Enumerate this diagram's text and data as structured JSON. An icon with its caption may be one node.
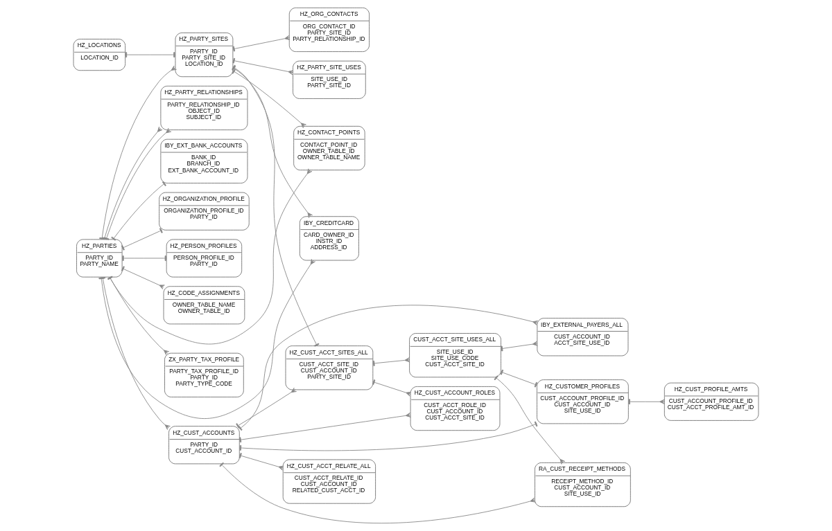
{
  "diagram": {
    "nodes": [
      {
        "text": [
          "HZ_ORGANIZATION_PROFILE",
          "ORGANIZATION_PROFILE_ID",
          "PARTY_ID"
        ]
      },
      {
        "text": [
          "HZ_PERSON_PROFILES",
          "PERSON_PROFILE_ID",
          "PARTY_ID"
        ]
      },
      {
        "text": [
          "HZ_CODE_ASSIGNMENTS",
          "OWNER_TABLE_NAME",
          "OWNER_TABLE_ID"
        ]
      },
      {
        "text": [
          "HZ_CUST_ACCOUNTS",
          "PARTY_ID",
          "CUST_ACCOUNT_ID"
        ]
      },
      {
        "text": [
          "HZ_PARTIES",
          "PARTY_ID",
          "PARTY_NAME"
        ]
      },
      {
        "text": [
          "HZ_PARTY_RELATIONSHIPS",
          "PARTY_RELATIONSHIP_ID",
          "OBJECT_ID",
          "SUBJECT_ID"
        ]
      },
      {
        "text": [
          "HZ_CUST_ACCOUNT_ROLES",
          "CUST_ACCT_ROLE_ID",
          "CUST_ACCOUNT_ID",
          "CUST_ACCT_SITE_ID"
        ]
      },
      {
        "text": [
          "HZ_CUST_ACCT_SITES_ALL",
          "CUST_ACCT_SITE_ID",
          "CUST_ACCOUNT_ID",
          "PARTY_SITE_ID"
        ]
      },
      {
        "text": [
          "HZ_PARTY_SITES",
          "PARTY_ID",
          "PARTY_SITE_ID",
          "LOCATION_ID"
        ]
      },
      {
        "text": [
          "HZ_ORG_CONTACTS",
          "ORG_CONTACT_ID",
          "PARTY_SITE_ID",
          "PARTY_RELATIONSHIP_ID"
        ]
      },
      {
        "text": [
          "HZ_LOCATIONS",
          "LOCATION_ID"
        ]
      },
      {
        "text": [
          "IBY_EXT_BANK_ACCOUNTS",
          "BANK_ID",
          "BRANCH_ID",
          "EXT_BANK_ACCOUNT_ID"
        ]
      },
      {
        "text": [
          "HZ_CONTACT_POINTS",
          "CONTACT_POINT_ID",
          "OWNER_TABLE_ID",
          "OWNER_TABLE_NAME"
        ]
      },
      {
        "text": [
          "CUST_ACCT_SITE_USES_ALL",
          "SITE_USE_ID",
          "SITE_USE_CODE",
          "CUST_ACCT_SITE_ID"
        ]
      },
      {
        "text": [
          "HZ_PARTY_SITE_USES",
          "SITE_USE_ID",
          "PARTY_SITE_ID"
        ]
      },
      {
        "text": [
          "IBY_CREDITCARD",
          "CARD_OWNER_ID",
          "INSTR_ID",
          "ADDRESS_ID"
        ]
      },
      {
        "text": [
          "IBY_EXTERNAL_PAYERS_ALL",
          "CUST_ACCOUNT_ID",
          "ACCT_SITE_USE_ID"
        ]
      },
      {
        "text": [
          "HZ_CUST_ACCT_RELATE_ALL",
          "CUST_ACCT_RELATE_ID",
          "CUST_ACCOUNT_ID",
          "RELATED_CUST_ACCT_ID"
        ]
      },
      {
        "text": [
          "ZX_PARTY_TAX_PROFILE",
          "PARTY_TAX_PROFILE_ID",
          "PARTY_ID",
          "PARTY_TYPE_CODE"
        ]
      },
      {
        "text": [
          "HZ_CUSTOMER_PROFILES",
          "CUST_ACCOUNT_PROFILE_ID",
          "CUST_ACCOUNT_ID",
          "SITE_USE_ID"
        ]
      },
      {
        "text": [
          "HZ_CUST_PROFILE_AMTS",
          "CUST_ACCOUNT_PROFILE_ID",
          "CUST_ACCT_PROFILE_AMT_ID"
        ]
      },
      {
        "text": [
          "RA_CUST_RECEIPT_METHODS",
          "RECEIPT_METHOD_ID",
          "CUST_ACCOUNT_ID",
          "SITE_USE_ID"
        ]
      }
    ],
    "edges": [
      {
        "from": 4,
        "to": 0,
        "arrow": "other"
      },
      {
        "from": 4,
        "to": 1,
        "arrow": "other"
      },
      {
        "from": 4,
        "to": 2,
        "arrow": "other"
      },
      {
        "from": 4,
        "to": 3,
        "arrow": "other"
      },
      {
        "from": 4,
        "to": 5,
        "arrow": "other"
      },
      {
        "from": 4,
        "to": 5,
        "arrow": "other"
      },
      {
        "from": 4,
        "to": 8,
        "arrow": "other"
      },
      {
        "from": 4,
        "to": 12,
        "arrow": "other"
      },
      {
        "from": 4,
        "to": 11,
        "arrow": "other"
      },
      {
        "from": 4,
        "to": 15,
        "arrow": "other"
      },
      {
        "from": 4,
        "to": 18,
        "arrow": "other"
      },
      {
        "from": 3,
        "to": 6,
        "arrow": "other"
      },
      {
        "from": 3,
        "to": 7,
        "arrow": "other"
      },
      {
        "from": 3,
        "to": 16,
        "arrow": "other"
      },
      {
        "from": 3,
        "to": 17,
        "arrow": "other"
      },
      {
        "from": 3,
        "to": 19,
        "arrow": "other"
      },
      {
        "from": 3,
        "to": 21,
        "arrow": "other"
      },
      {
        "from": 7,
        "to": 6,
        "arrow": "other"
      },
      {
        "from": 8,
        "to": 7,
        "arrow": "other"
      },
      {
        "from": 7,
        "to": 13,
        "arrow": "other"
      },
      {
        "from": 8,
        "to": 9,
        "arrow": "other"
      },
      {
        "from": 10,
        "to": 8,
        "arrow": "other"
      },
      {
        "from": 8,
        "to": 12,
        "arrow": "other"
      },
      {
        "from": 8,
        "to": 14,
        "arrow": "other"
      },
      {
        "from": 8,
        "to": 15,
        "arrow": "other"
      },
      {
        "from": 13,
        "to": 16,
        "arrow": "other"
      },
      {
        "from": 13,
        "to": 19,
        "arrow": "other"
      },
      {
        "from": 13,
        "to": 21,
        "arrow": "other"
      },
      {
        "from": 19,
        "to": 20,
        "arrow": "other"
      }
    ]
  }
}
